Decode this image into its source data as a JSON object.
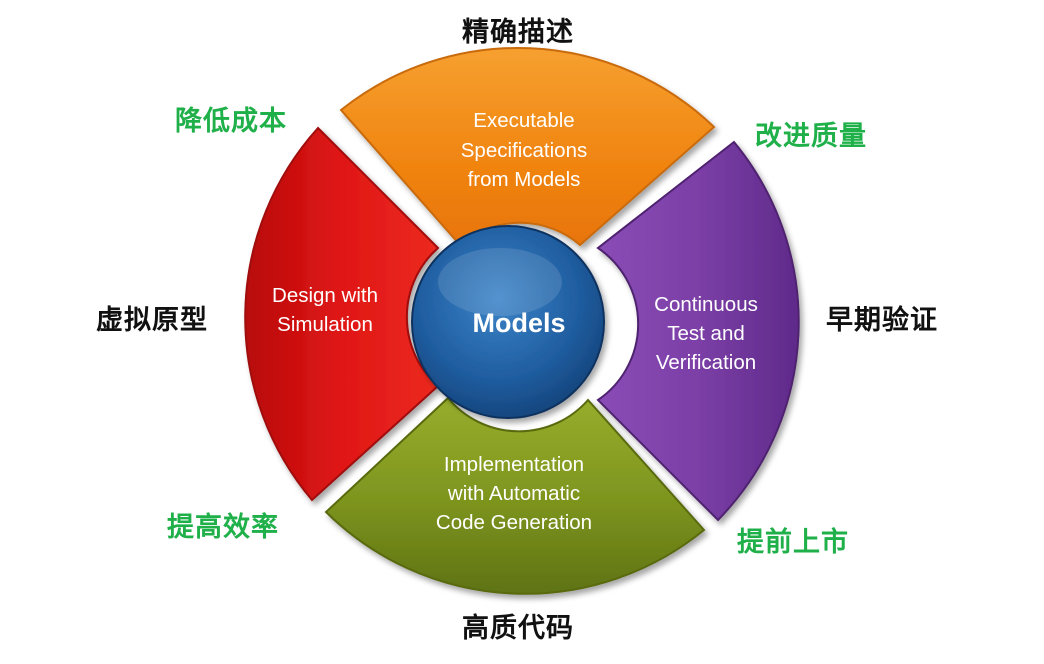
{
  "center": {
    "label": "Models"
  },
  "segments": {
    "top": {
      "lines": [
        "Executable",
        "Specifications",
        "from Models"
      ],
      "color": "#f07d10"
    },
    "right": {
      "lines": [
        "Continuous",
        "Test and",
        "Verification"
      ],
      "color": "#7b3fa6"
    },
    "bottom": {
      "lines": [
        "Implementation",
        "with Automatic",
        "Code Generation"
      ],
      "color": "#7f961f"
    },
    "left": {
      "lines": [
        "Design with",
        "Simulation"
      ],
      "color": "#e01616"
    }
  },
  "labels": {
    "top": "精确描述",
    "bottom": "高质代码",
    "left": "虚拟原型",
    "right": "早期验证",
    "top_left": "降低成本",
    "top_right": "改进质量",
    "bottom_left": "提高效率",
    "bottom_right": "提前上市"
  },
  "colors": {
    "black_label": "#111111",
    "green_label": "#1fb04a",
    "center": "#1f5da0"
  }
}
